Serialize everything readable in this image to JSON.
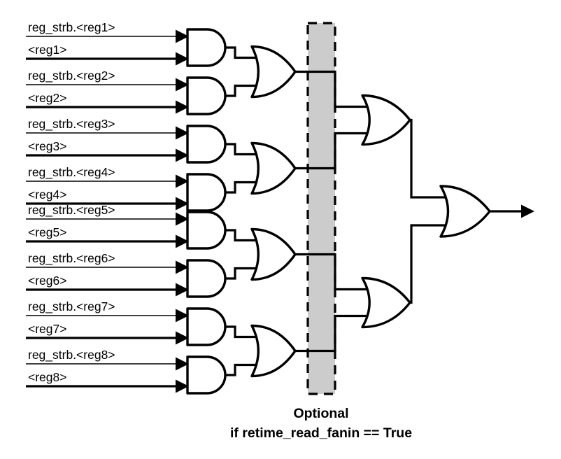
{
  "diagram": {
    "title": "read fanin reduction tree",
    "colors": {
      "line": "#000000",
      "gate_fill": "#ffffff",
      "optional_fill": "#cccccc",
      "background": "#ffffff"
    },
    "inputs": [
      {
        "strobe_label": "reg_strb.<reg1>",
        "data_label": "<reg1>"
      },
      {
        "strobe_label": "reg_strb.<reg2>",
        "data_label": "<reg2>"
      },
      {
        "strobe_label": "reg_strb.<reg3>",
        "data_label": "<reg3>"
      },
      {
        "strobe_label": "reg_strb.<reg4>",
        "data_label": "<reg4>"
      },
      {
        "strobe_label": "reg_strb.<reg5>",
        "data_label": "<reg5>"
      },
      {
        "strobe_label": "reg_strb.<reg6>",
        "data_label": "<reg6>"
      },
      {
        "strobe_label": "reg_strb.<reg7>",
        "data_label": "<reg7>"
      },
      {
        "strobe_label": "reg_strb.<reg8>",
        "data_label": "<reg8>"
      }
    ],
    "and_gates": [
      {
        "name": "and-gate-reg1"
      },
      {
        "name": "and-gate-reg2"
      },
      {
        "name": "and-gate-reg3"
      },
      {
        "name": "and-gate-reg4"
      },
      {
        "name": "and-gate-reg5"
      },
      {
        "name": "and-gate-reg6"
      },
      {
        "name": "and-gate-reg7"
      },
      {
        "name": "and-gate-reg8"
      }
    ],
    "or_gates_level1": [
      {
        "name": "or-gate-l1-1"
      },
      {
        "name": "or-gate-l1-2"
      },
      {
        "name": "or-gate-l1-3"
      },
      {
        "name": "or-gate-l1-4"
      }
    ],
    "or_gates_level2": [
      {
        "name": "or-gate-l2-1"
      },
      {
        "name": "or-gate-l2-2"
      }
    ],
    "or_gate_level3": {
      "name": "or-gate-l3-output"
    },
    "optional_region": {
      "caption_line1": "Optional",
      "caption_line2": "if retime_read_fanin == True"
    }
  }
}
